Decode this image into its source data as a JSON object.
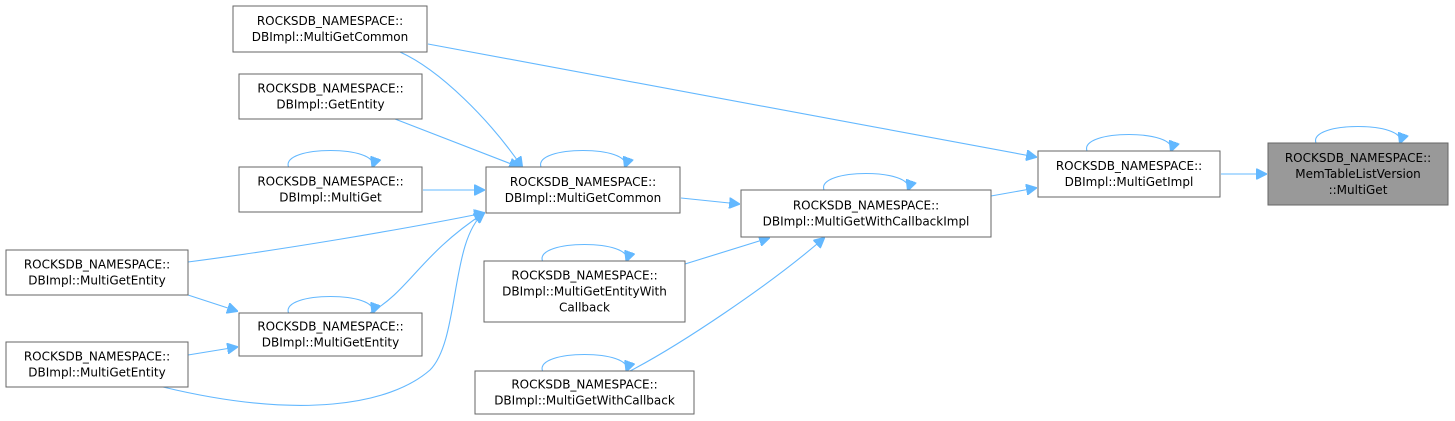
{
  "nodes": [
    {
      "id": "n_multiget_root",
      "lines": [
        "ROCKSDB_NAMESPACE::",
        "MemTableListVersion",
        "::MultiGet"
      ],
      "focus": true
    },
    {
      "id": "n_multigetimpl",
      "lines": [
        "ROCKSDB_NAMESPACE::",
        "DBImpl::MultiGetImpl"
      ]
    },
    {
      "id": "n_withcallbackimpl",
      "lines": [
        "ROCKSDB_NAMESPACE::",
        "DBImpl::MultiGetWithCallbackImpl"
      ]
    },
    {
      "id": "n_common_main",
      "lines": [
        "ROCKSDB_NAMESPACE::",
        "DBImpl::MultiGetCommon"
      ]
    },
    {
      "id": "n_common_top",
      "lines": [
        "ROCKSDB_NAMESPACE::",
        "DBImpl::MultiGetCommon"
      ]
    },
    {
      "id": "n_getentity",
      "lines": [
        "ROCKSDB_NAMESPACE::",
        "DBImpl::GetEntity"
      ]
    },
    {
      "id": "n_multiget",
      "lines": [
        "ROCKSDB_NAMESPACE::",
        "DBImpl::MultiGet"
      ]
    },
    {
      "id": "n_entity_left1",
      "lines": [
        "ROCKSDB_NAMESPACE::",
        "DBImpl::MultiGetEntity"
      ]
    },
    {
      "id": "n_entity_mid",
      "lines": [
        "ROCKSDB_NAMESPACE::",
        "DBImpl::MultiGetEntity"
      ]
    },
    {
      "id": "n_entity_left2",
      "lines": [
        "ROCKSDB_NAMESPACE::",
        "DBImpl::MultiGetEntity"
      ]
    },
    {
      "id": "n_entitywithcallback",
      "lines": [
        "ROCKSDB_NAMESPACE::",
        "DBImpl::MultiGetEntityWith",
        "Callback"
      ]
    },
    {
      "id": "n_withcallback",
      "lines": [
        "ROCKSDB_NAMESPACE::",
        "DBImpl::MultiGetWithCallback"
      ]
    }
  ],
  "edges": [
    {
      "from": "n_multigetimpl",
      "to": "n_multiget_root"
    },
    {
      "from": "n_withcallbackimpl",
      "to": "n_multigetimpl"
    },
    {
      "from": "n_common_top",
      "to": "n_multigetimpl"
    },
    {
      "from": "n_common_main",
      "to": "n_withcallbackimpl"
    },
    {
      "from": "n_entitywithcallback",
      "to": "n_withcallbackimpl"
    },
    {
      "from": "n_withcallback",
      "to": "n_withcallbackimpl"
    },
    {
      "from": "n_common_top",
      "to": "n_common_main"
    },
    {
      "from": "n_getentity",
      "to": "n_common_main"
    },
    {
      "from": "n_multiget",
      "to": "n_common_main"
    },
    {
      "from": "n_entity_left1",
      "to": "n_common_main"
    },
    {
      "from": "n_entity_mid",
      "to": "n_common_main"
    },
    {
      "from": "n_entity_left2",
      "to": "n_common_main"
    },
    {
      "from": "n_entity_left1",
      "to": "n_entity_mid"
    },
    {
      "from": "n_entity_left2",
      "to": "n_entity_mid"
    }
  ],
  "self_loops": [
    "n_multiget_root",
    "n_multigetimpl",
    "n_withcallbackimpl",
    "n_common_main",
    "n_multiget",
    "n_entity_mid",
    "n_entitywithcallback",
    "n_withcallback"
  ],
  "colors": {
    "edge": "#63b8ff",
    "node_border": "#666666",
    "node_fill": "#ffffff",
    "focus_fill": "#999999"
  }
}
